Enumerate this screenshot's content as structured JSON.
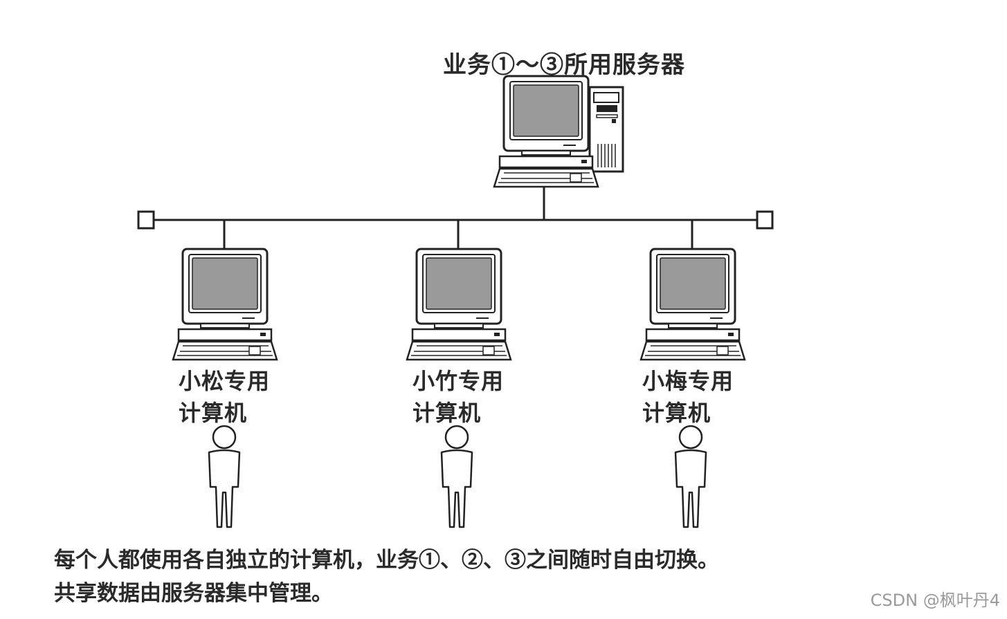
{
  "server": {
    "label": "业务①～③所用服务器"
  },
  "computers": [
    {
      "label_line1": "小松专用",
      "label_line2": "计算机"
    },
    {
      "label_line1": "小竹专用",
      "label_line2": "计算机"
    },
    {
      "label_line1": "小梅专用",
      "label_line2": "计算机"
    }
  ],
  "caption": {
    "line1": "每个人都使用各自独立的计算机，业务①、②、③之间随时自由切换。",
    "line2": "共享数据由服务器集中管理。"
  },
  "watermark": "CSDN @枫叶丹4",
  "colors": {
    "line": "#222222",
    "screen": "#9a9a9a",
    "body": "#ffffff"
  }
}
